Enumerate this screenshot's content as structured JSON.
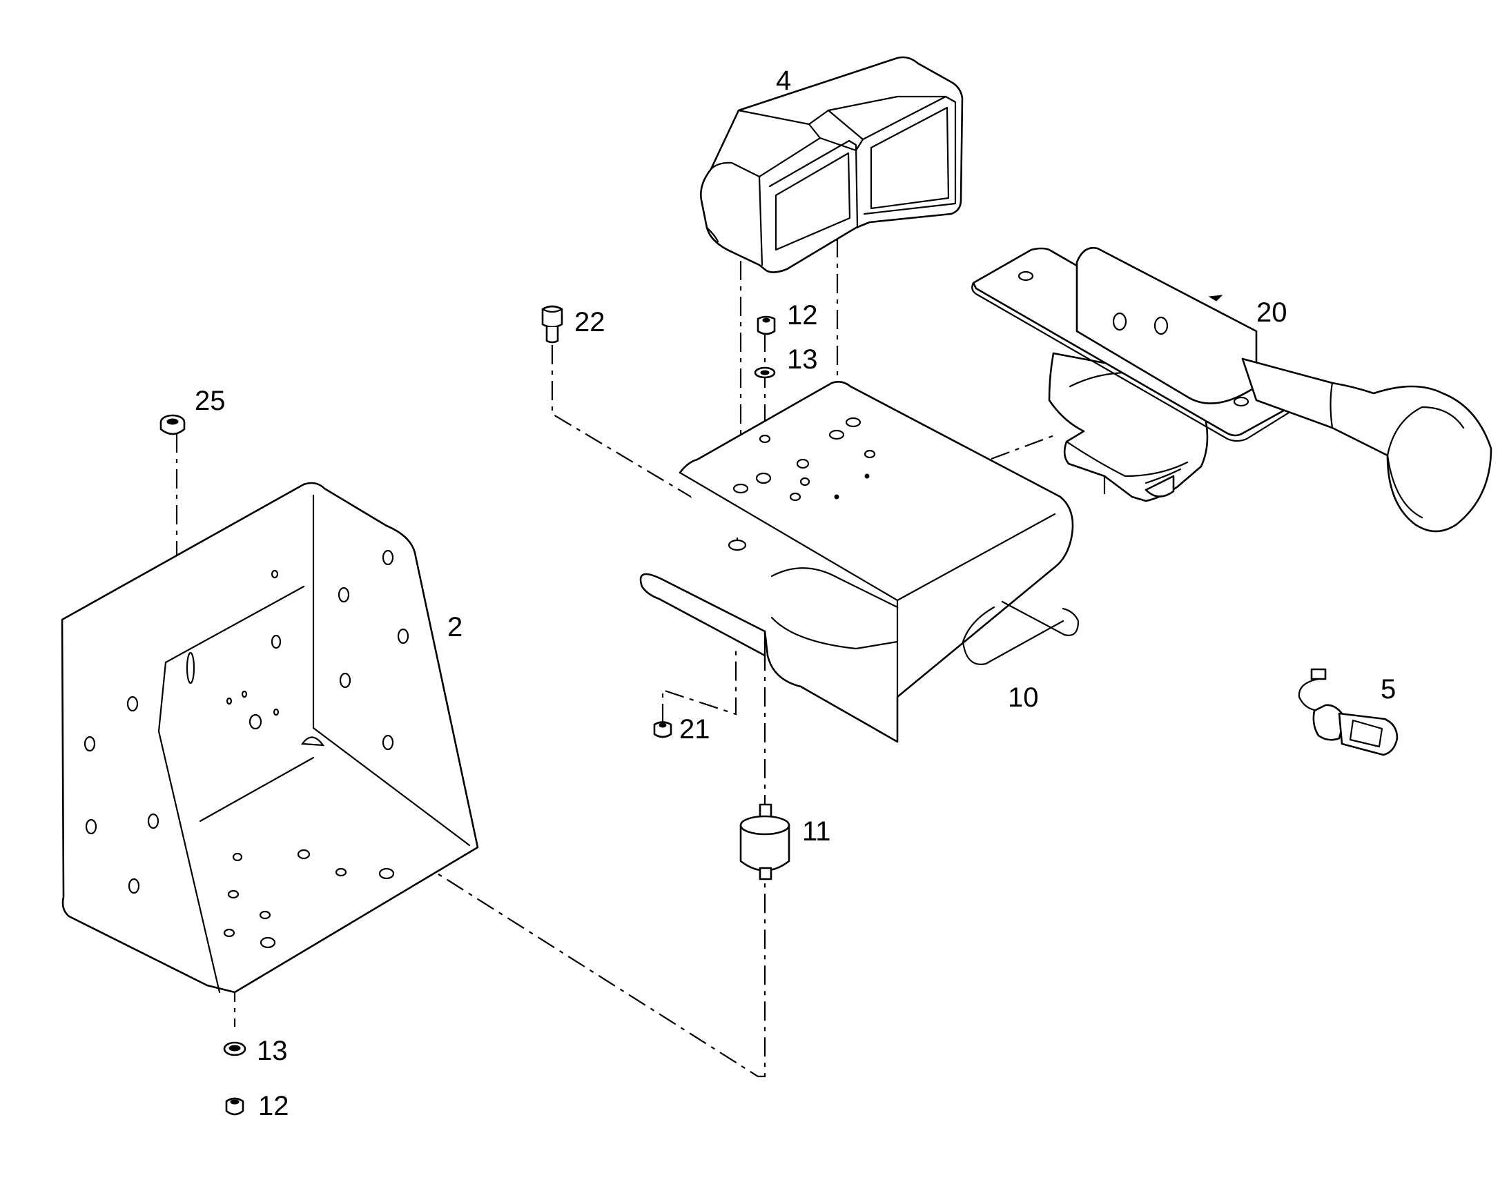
{
  "callouts": {
    "c2": "2",
    "c4": "4",
    "c5": "5",
    "c10": "10",
    "c11": "11",
    "c12_top": "12",
    "c12_bottom": "12",
    "c13_top": "13",
    "c13_bottom": "13",
    "c20": "20",
    "c21": "21",
    "c22": "22",
    "c25": "25"
  },
  "colors": {
    "line": "#000000",
    "background": "#ffffff"
  }
}
